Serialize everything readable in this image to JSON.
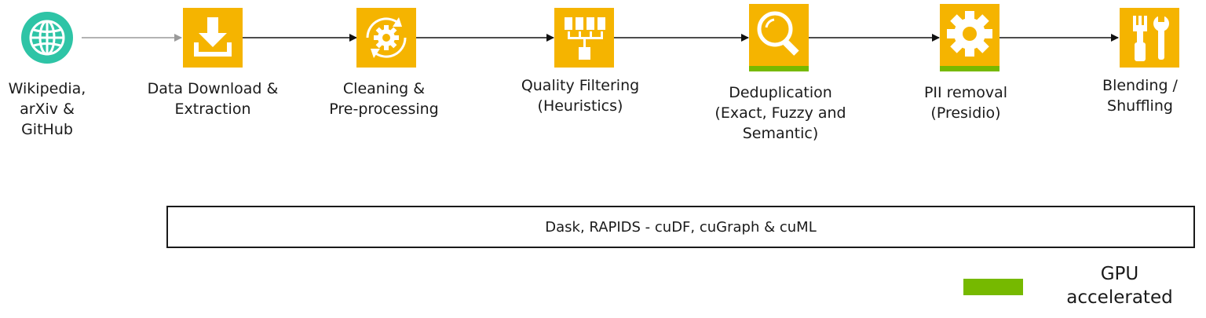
{
  "source": {
    "label": "Wikipedia,\narXiv &\nGitHub",
    "icon": "globe-icon"
  },
  "stages": [
    {
      "label": "Data Download &\nExtraction",
      "icon": "download-icon",
      "gpu_accelerated": false
    },
    {
      "label": "Cleaning &\nPre-processing",
      "icon": "gear-cycle-icon",
      "gpu_accelerated": false
    },
    {
      "label": "Quality Filtering\n(Heuristics)",
      "icon": "filter-tree-icon",
      "gpu_accelerated": false
    },
    {
      "label": "Deduplication\n(Exact, Fuzzy and\nSemantic)",
      "icon": "magnifier-icon",
      "gpu_accelerated": true
    },
    {
      "label": "PII removal\n(Presidio)",
      "icon": "gear-icon",
      "gpu_accelerated": true
    },
    {
      "label": "Blending /\nShuffling",
      "icon": "tools-icon",
      "gpu_accelerated": false
    }
  ],
  "framework": {
    "label": "Dask, RAPIDS - cuDF, cuGraph & cuML"
  },
  "legend": {
    "label": "GPU\naccelerated"
  },
  "colors": {
    "icon_fill": "#f5b400",
    "gpu_bar": "#76b900",
    "globe": "#2ec4a6"
  }
}
